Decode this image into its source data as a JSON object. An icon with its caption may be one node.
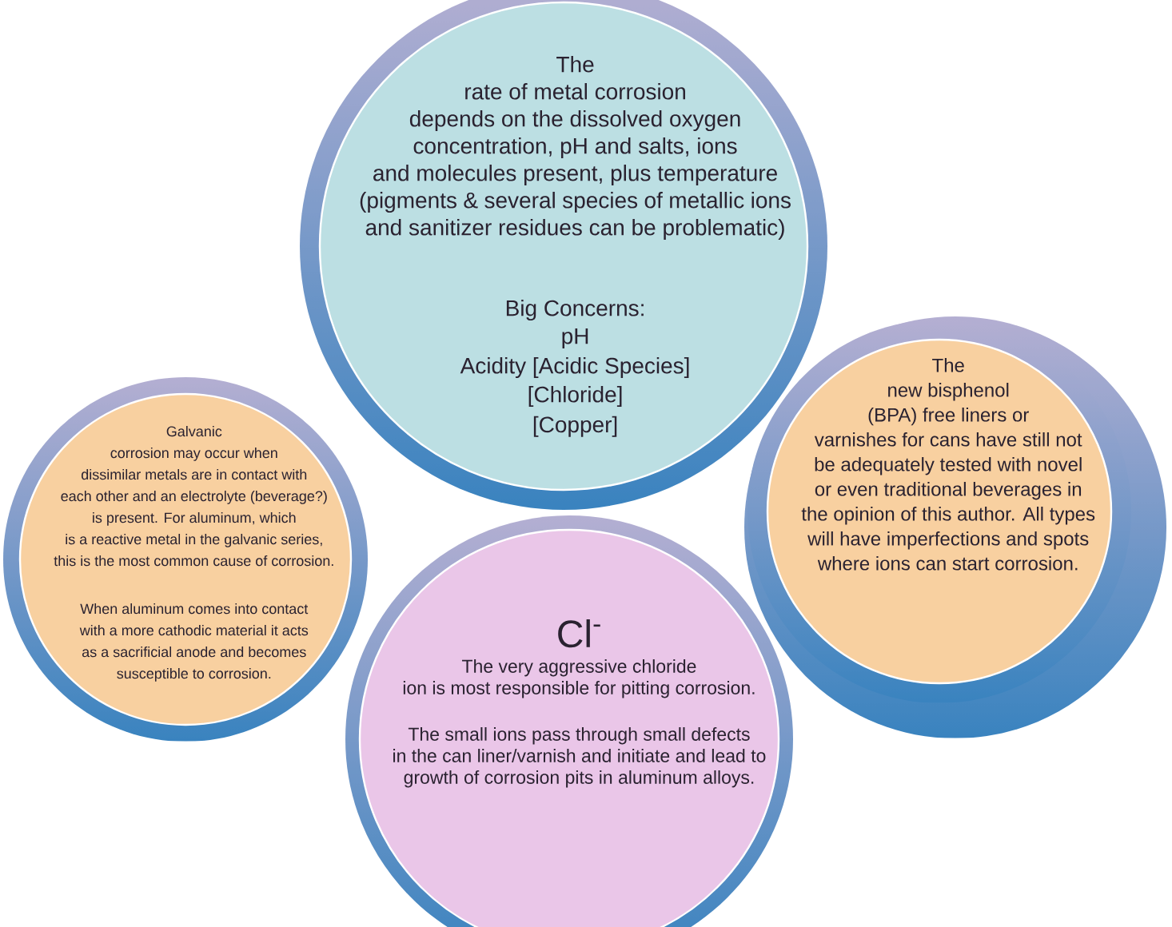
{
  "diagram": {
    "nodes": [
      {
        "text": [
          "The rate of metal corrosion depends on the dissolved oxygen concentration, pH and salts, ions and molecules present, plus temperature (pigments & several species of metallic ions and sanitizer residues can be problematic)",
          "Big Concerns:",
          "pH",
          "Acidity  [Acidic Species]",
          "[Chloride]",
          "[Copper]"
        ]
      },
      {
        "text": [
          "Galvanic corrosion may occur when dissimilar metals are in contact with each other and an electrolyte (beverage?) is present. For aluminum, which is a reactive metal in the galvanic series, this is the most common cause of corrosion.",
          "When aluminum comes into contact with a more cathodic material it acts as a sacrificial anode and becomes susceptible to corrosion."
        ]
      },
      {
        "text": [
          "Cl$^{-}$",
          "The very aggressive chloride ion is most responsible for pitting corrosion.",
          "The small ions pass through small defects in the can liner/varnish and initiate and lead to growth of corrosion pits in aluminum alloys."
        ]
      },
      {
        "text": [
          "The new bisphenol (BPA) free liners or varnishes for cans have still not be adequately tested with novel or even traditional beverages in the opinion of this author. All types will have imperfections and spots where ions can start corrosion."
        ]
      }
    ]
  }
}
